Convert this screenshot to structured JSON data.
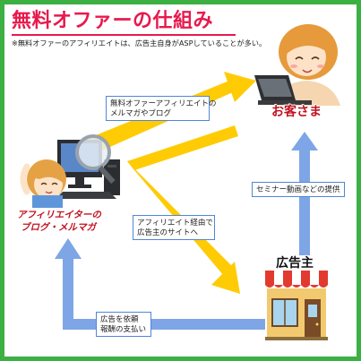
{
  "title": "無料オファーの仕組み",
  "note": "※無料オファーのアフィリエイトは、広告主自身がASPしていることが多い。",
  "nodes": {
    "customer": {
      "label": "お客さま"
    },
    "affiliate": {
      "label_line1": "アフィリエイターの",
      "label_line2": "ブログ・メルマガ"
    },
    "advertiser": {
      "label": "広告主"
    }
  },
  "flows": {
    "affiliate_to_customer": {
      "line1": "無料オファーアフィリエイトの",
      "line2": "メルマガやブログ"
    },
    "customer_to_advertiser": {
      "line1": "アフィリエイト経由で",
      "line2": "広告主のサイトへ"
    },
    "advertiser_to_customer": {
      "line1": "セミナー動画などの提供"
    },
    "advertiser_to_affiliate": {
      "line1": "広告を依頼",
      "line2": "報酬の支払い"
    }
  },
  "colors": {
    "border": "#3cb043",
    "title": "#e8194d",
    "yellow_arrow": "#ffcb05",
    "blue_arrow": "#7ea6e6",
    "label_border": "#4f86d9",
    "role_text": "#c0111f"
  }
}
